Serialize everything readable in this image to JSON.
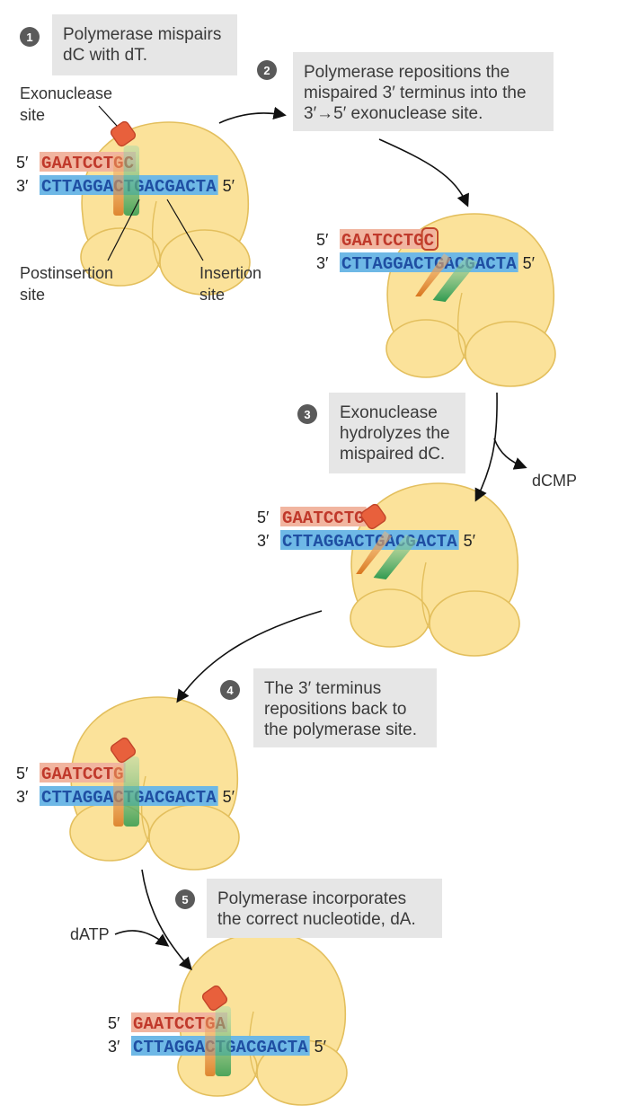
{
  "steps": [
    {
      "number": "1",
      "caption": [
        "Polymerase mispairs",
        "dC with dT."
      ]
    },
    {
      "number": "2",
      "caption": [
        "Polymerase repositions the",
        "mispaired 3′ terminus into the",
        "3′→5′ exonuclease site."
      ]
    },
    {
      "number": "3",
      "caption": [
        "Exonuclease",
        "hydrolyzes the",
        "mispaired dC."
      ]
    },
    {
      "number": "4",
      "caption": [
        "The 3′ terminus",
        "repositions back to",
        "the polymerase site."
      ]
    },
    {
      "number": "5",
      "caption": [
        "Polymerase incorporates",
        "the correct nucleotide, dA."
      ]
    }
  ],
  "labels": {
    "exonuclease_site": [
      "Exonuclease",
      "site"
    ],
    "postinsertion_site": [
      "Postinsertion",
      "site"
    ],
    "insertion_site": [
      "Insertion",
      "site"
    ],
    "dcmp": "dCMP",
    "datp": "dATP"
  },
  "strands": {
    "five_prime": "5′",
    "three_prime": "3′",
    "template": "CTTAGGACTGACGACTA",
    "primer_step1": "GAATCCTGC",
    "primer_step2": "GAATCCTGC",
    "primer_step3": "GAATCCTG",
    "primer_step4": "GAATCCTG",
    "primer_step5": "GAATCCTGA"
  },
  "colors": {
    "enzyme": "#fbe29a",
    "enzyme_outline": "#e3bf5d",
    "primer_strand": "#f1b5a0",
    "template_strand": "#6eb8e6",
    "exo_site": "#e8603c",
    "postinsertion_site": "#e08a2e",
    "insertion_site": "#3aa35a",
    "caption_box": "#e6e6e6",
    "badge": "#5a5a5a"
  }
}
